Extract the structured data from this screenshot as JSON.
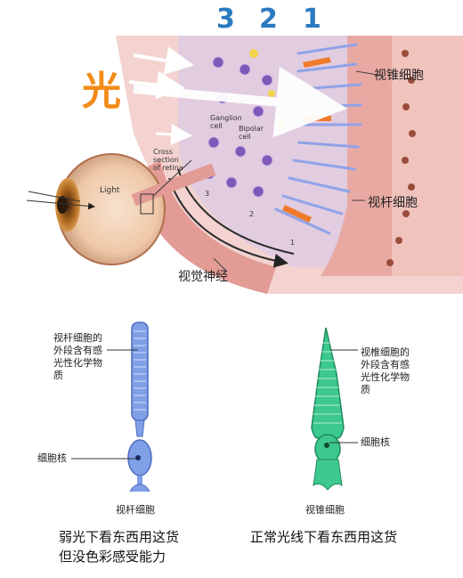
{
  "top_diagram": {
    "light_char": "光",
    "layer_numbers": [
      "3",
      "2",
      "1"
    ],
    "label_cone": "视锥细胞",
    "label_rod": "视杆细胞",
    "label_optic_nerve": "视觉神经",
    "label_ganglion": "Ganglion\ncell",
    "label_bipolar": "Bipolar\ncell",
    "label_cross_section": "Cross\nsection\nof retina",
    "label_light": "Light",
    "small_numbers": [
      "3",
      "2",
      "1"
    ]
  },
  "rod_cell": {
    "outer_segment_label": "视杆细胞的\n外段含有感\n光性化学物\n质",
    "nucleus_label": "细胞核",
    "caption": "视杆细胞",
    "description": "弱光下看东西用这货\n但没色彩感受能力"
  },
  "cone_cell": {
    "outer_segment_label": "视椎细胞的\n外段含有感\n光性化学物\n质",
    "nucleus_label": "细胞核",
    "caption": "视锥细胞",
    "description": "正常光线下看东西用这货"
  },
  "colors": {
    "rod_fill": "#7f9fe6",
    "cone_fill": "#3cc88f",
    "number_blue": "#2a7ac0",
    "light_orange": "#f28c18"
  }
}
